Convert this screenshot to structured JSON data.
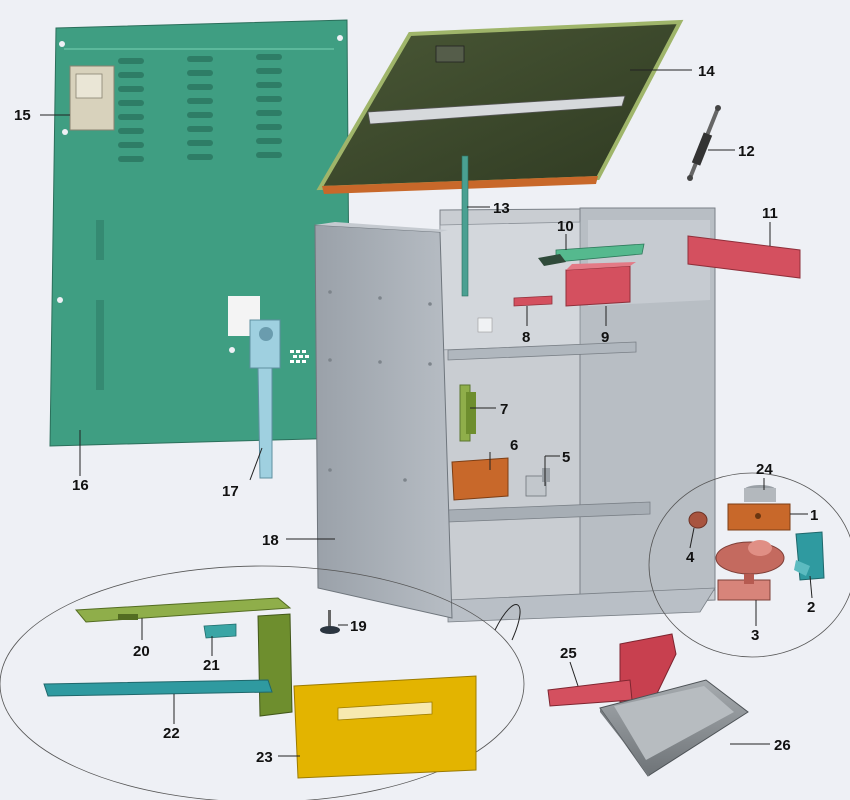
{
  "diagram": {
    "colors": {
      "background": "#eef0f5",
      "panel_green": "#3f9e82",
      "lid_dark": "#3e4a2c",
      "lid_frame": "#9fb56a",
      "cabinet_gray": "#a3aab2",
      "red_part": "#d4505f",
      "orange_part": "#c8682a",
      "yellow_panel": "#e3b400",
      "olive_part": "#6e8e2e",
      "teal_part": "#2f9aa0",
      "light_blue_part": "#9fd0e0",
      "tray_gray": "#8a8f94"
    },
    "part_labels": {
      "p1": "1",
      "p2": "2",
      "p3": "3",
      "p4": "4",
      "p5": "5",
      "p6": "6",
      "p7": "7",
      "p8": "8",
      "p9": "9",
      "p10": "10",
      "p11": "11",
      "p12": "12",
      "p13": "13",
      "p14": "14",
      "p15": "15",
      "p16": "16",
      "p17": "17",
      "p18": "18",
      "p19": "19",
      "p20": "20",
      "p21": "21",
      "p22": "22",
      "p23": "23",
      "p24": "24",
      "p25": "25",
      "p26": "26"
    }
  }
}
